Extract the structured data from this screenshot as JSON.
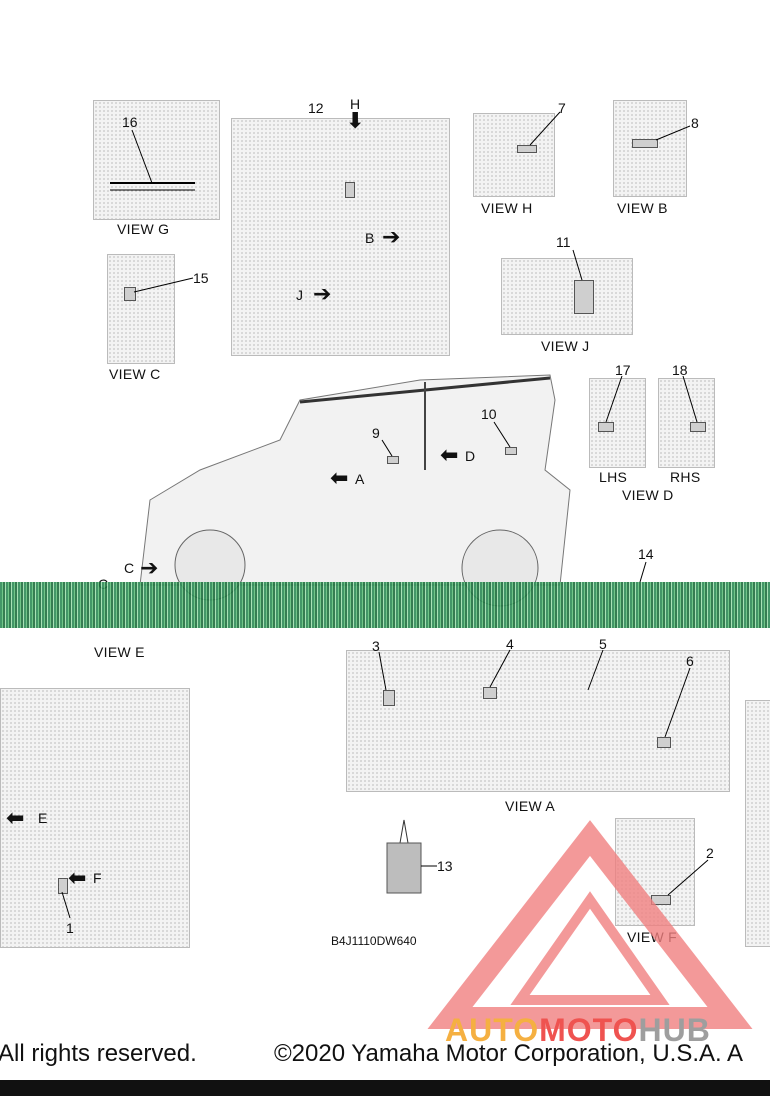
{
  "views": {
    "g": "VIEW G",
    "h": "VIEW H",
    "b": "VIEW B",
    "c": "VIEW C",
    "j": "VIEW J",
    "lhs": "LHS",
    "rhs": "RHS",
    "d": "VIEW D",
    "e": "VIEW E",
    "a": "VIEW A",
    "f": "VIEW F"
  },
  "callouts": {
    "n1": "1",
    "n2": "2",
    "n3": "3",
    "n4": "4",
    "n5": "5",
    "n6": "6",
    "n7": "7",
    "n8": "8",
    "n9": "9",
    "n10": "10",
    "n11": "11",
    "n12": "12",
    "n13": "13",
    "n14": "14",
    "n15": "15",
    "n16": "16",
    "n17": "17",
    "n18": "18"
  },
  "arrows": {
    "a": "A",
    "b": "B",
    "c": "C",
    "c2": "C",
    "d": "D",
    "e": "E",
    "f": "F",
    "h": "H",
    "j": "J"
  },
  "diagram_code": "B4J1110DW640",
  "watermark": {
    "auto": "AUTO",
    "moto": "MOTO",
    "hub": "HUB",
    "color_red": "#e53935",
    "color_orange": "#f5a623",
    "color_gray": "#9e9e9e"
  },
  "footer": {
    "left": "All rights reserved.",
    "right": "©2020 Yamaha Motor Corporation, U.S.A. A"
  }
}
